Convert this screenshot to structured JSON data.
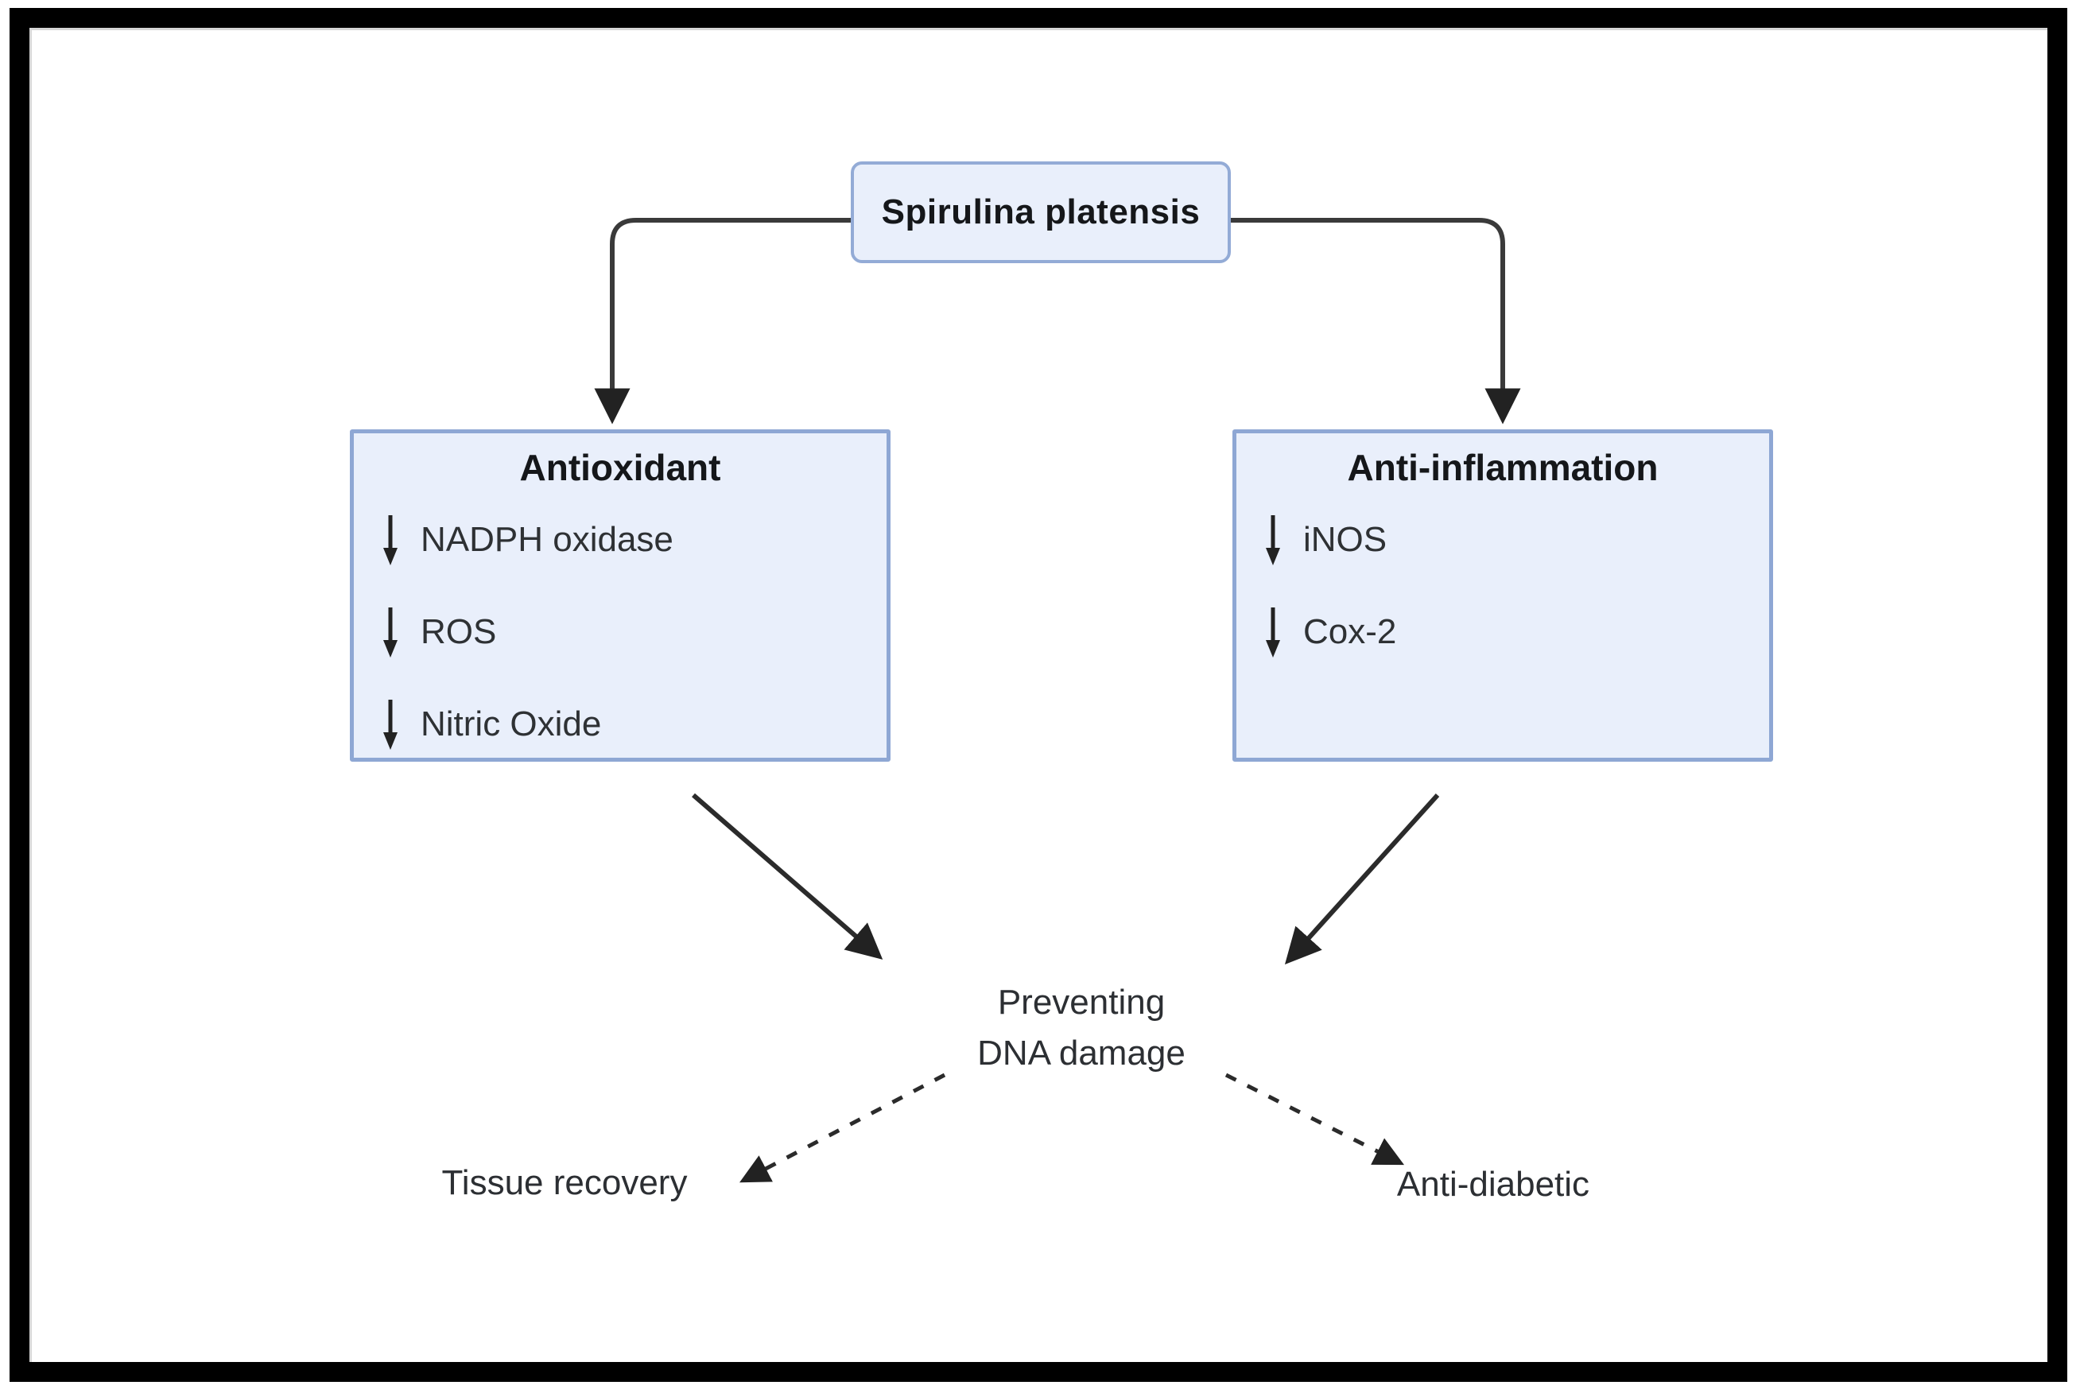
{
  "root_label": "Spirulina platensis",
  "left_box": {
    "title": "Antioxidant",
    "items": [
      {
        "icon": "down-arrow",
        "label": "NADPH oxidase"
      },
      {
        "icon": "down-arrow",
        "label": "ROS"
      },
      {
        "icon": "down-arrow",
        "label": "Nitric Oxide"
      }
    ]
  },
  "right_box": {
    "title": "Anti-inflammation",
    "items": [
      {
        "icon": "down-arrow",
        "label": "iNOS"
      },
      {
        "icon": "down-arrow",
        "label": "Cox-2"
      }
    ]
  },
  "center_text": {
    "line1": "Preventing",
    "line2": "DNA damage"
  },
  "outcome_left": "Tissue recovery",
  "outcome_right": "Anti-diabetic",
  "colors": {
    "box_fill": "#e9effb",
    "box_border": "#8ea7d4",
    "root_border": "#93abd6",
    "connector_line": "#3a3a3a",
    "arrowhead": "#222222",
    "title_text": "#15171a",
    "body_text": "#2e3134",
    "frame": "#000000",
    "frame_inner_shadow": "#d7d7d7"
  }
}
